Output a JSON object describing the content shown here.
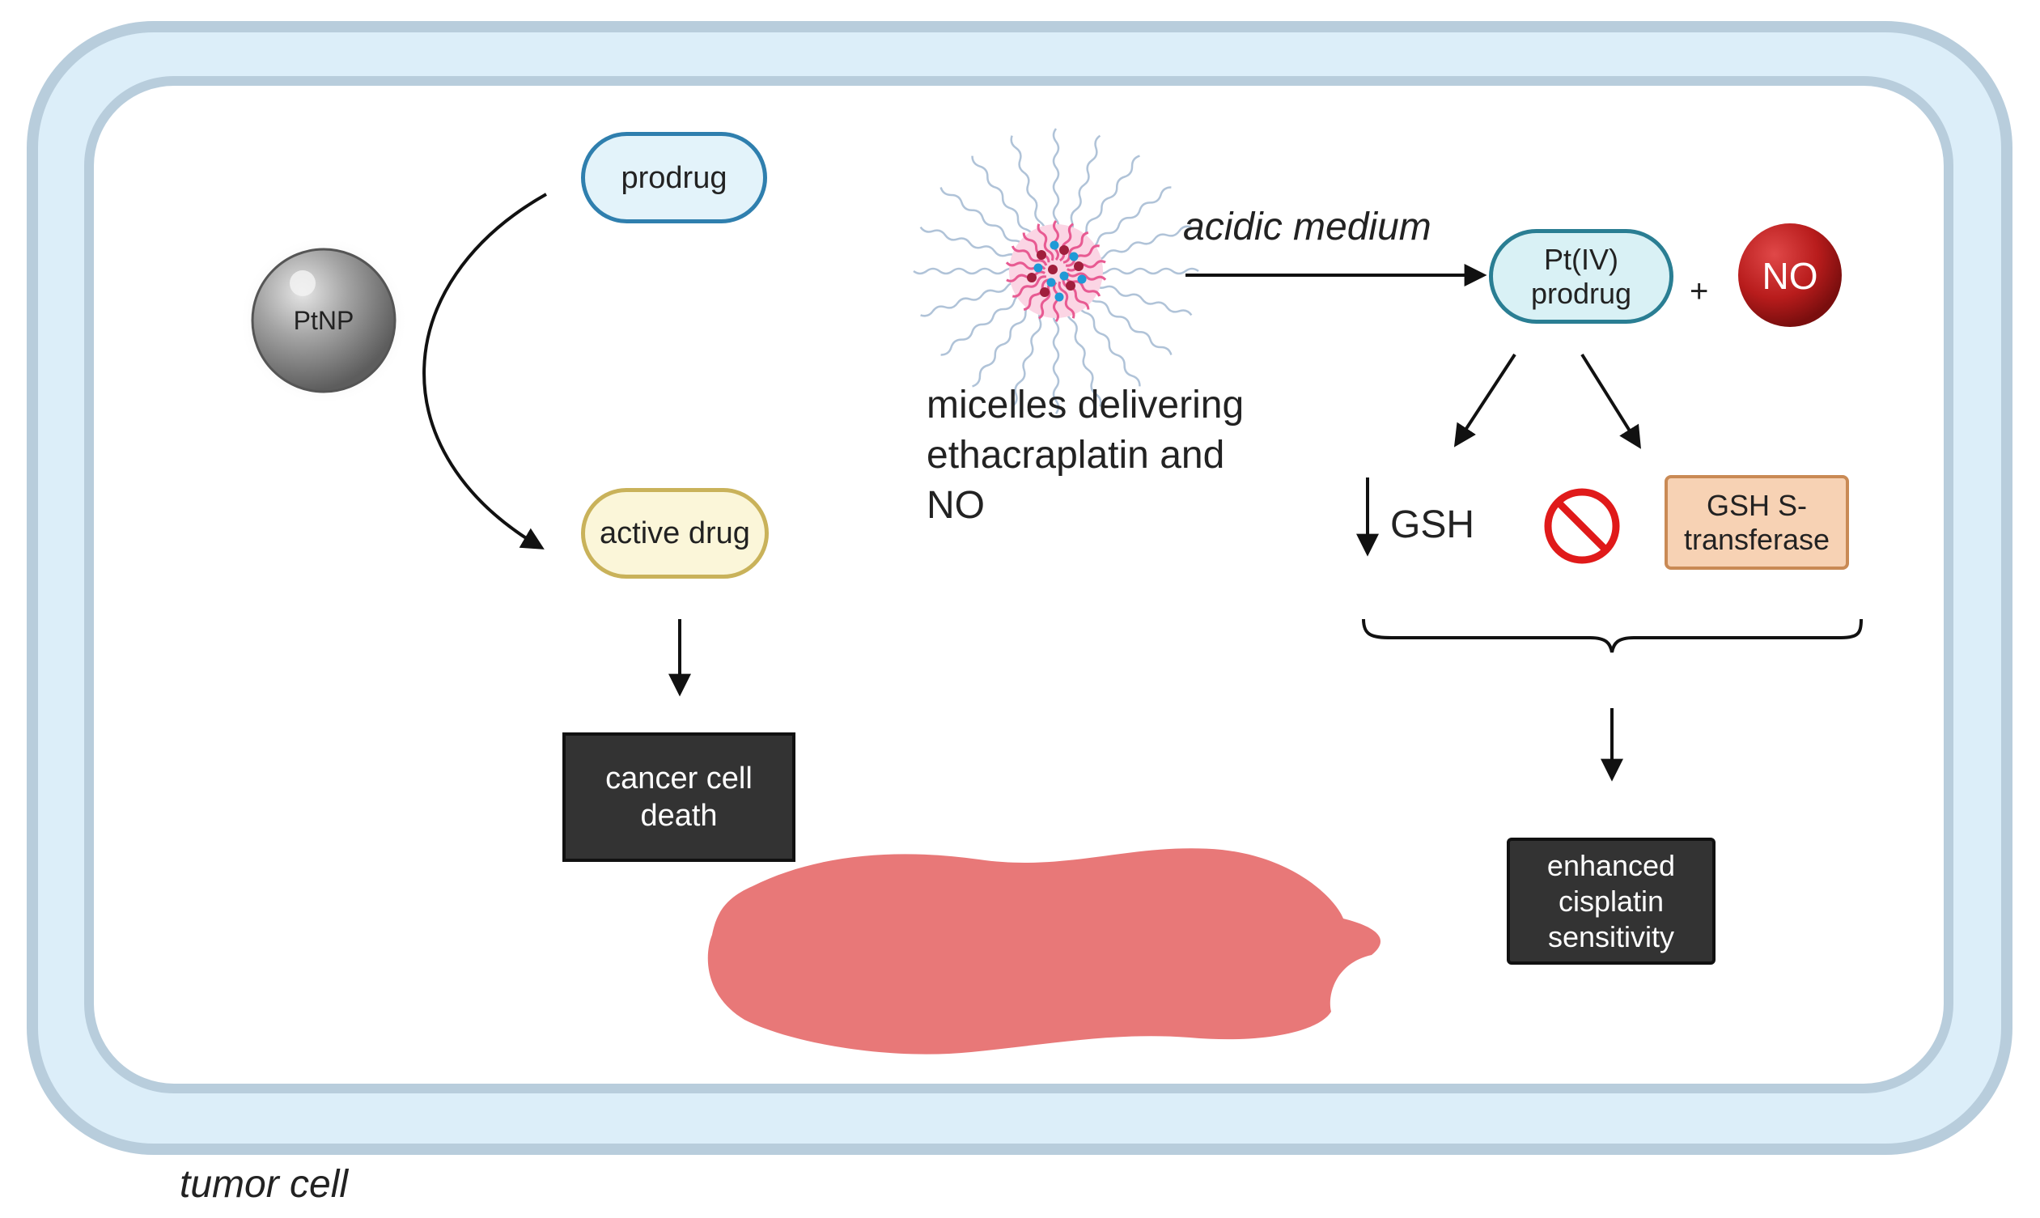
{
  "cell_label": "tumor cell",
  "left_pathway": {
    "nanoparticle_label": "PtNP",
    "prodrug_label": "prodrug",
    "active_drug_label": "active drug",
    "outcome_lines": [
      "cancer cell",
      "death"
    ]
  },
  "right_pathway": {
    "micelle_caption_lines": [
      "micelles delivering",
      "ethacraplatin and",
      "NO"
    ],
    "arrow_label": "acidic medium",
    "pt_prodrug_lines": [
      "Pt(IV)",
      "prodrug"
    ],
    "plus_sign": "+",
    "no_label": "NO",
    "gsh_label": "GSH",
    "gst_lines": [
      "GSH S-",
      "transferase"
    ],
    "outcome_lines": [
      "enhanced",
      "cisplatin",
      "sensitivity"
    ]
  },
  "colors": {
    "membrane_outer": "#b8cddc",
    "membrane_inner": "#dceef9",
    "blob": "#e87878",
    "no_circle": "#b81c1c",
    "inhibit": "#e01a1a",
    "gst_fill": "#f7d2b4",
    "dark_box": "#333333"
  }
}
